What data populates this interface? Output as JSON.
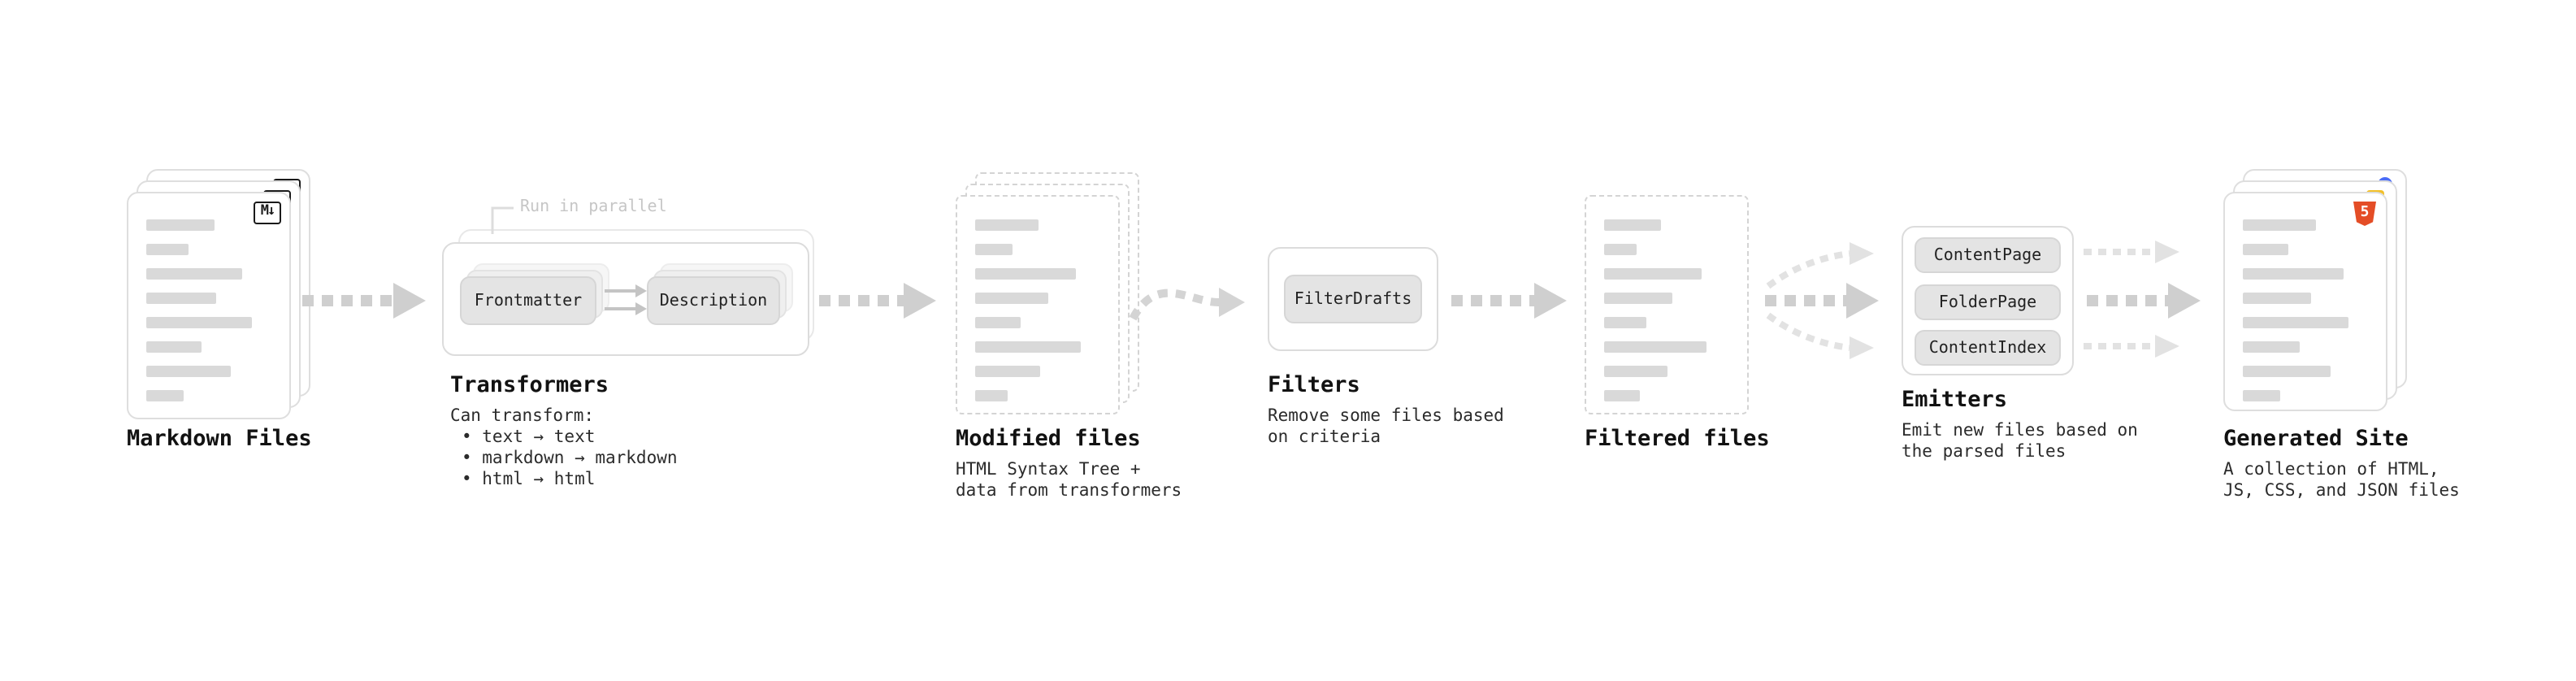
{
  "stages": {
    "markdown_files": {
      "label": "Markdown Files",
      "badge": "M↓"
    },
    "transformers": {
      "label": "Transformers",
      "annotation": "Run in parallel",
      "nodes": [
        "Frontmatter",
        "Description"
      ],
      "desc_title": "Can transform:",
      "bullets": [
        "• text → text",
        "• markdown → markdown",
        "• html → html"
      ]
    },
    "modified_files": {
      "label": "Modified files",
      "desc": [
        "HTML Syntax Tree +",
        "data from transformers"
      ]
    },
    "filters": {
      "label": "Filters",
      "nodes": [
        "FilterDrafts"
      ],
      "desc": [
        "Remove some files based",
        "on criteria"
      ]
    },
    "filtered_files": {
      "label": "Filtered files"
    },
    "emitters": {
      "label": "Emitters",
      "nodes": [
        "ContentPage",
        "FolderPage",
        "ContentIndex"
      ],
      "desc": [
        "Emit new files based on",
        "the parsed files"
      ]
    },
    "generated_site": {
      "label": "Generated Site",
      "badge": "5",
      "desc": [
        "A collection of HTML,",
        "JS, CSS, and JSON files"
      ]
    }
  },
  "colors": {
    "background": "#ffffff",
    "arrow": "#cfcfcf",
    "arrow_light": "#e2e2e2",
    "bar": "#d9d9d9",
    "node_bg": "#e4e4e4",
    "box_border": "#dcdcdc",
    "dashed_border": "#d4d4d4",
    "label": "#121212",
    "description": "#2b2b2b",
    "annotation": "#c6c6c6",
    "html5_orange": "#e44d26",
    "badge_blue": "#4a6cf7",
    "badge_yellow": "#f2c029"
  }
}
